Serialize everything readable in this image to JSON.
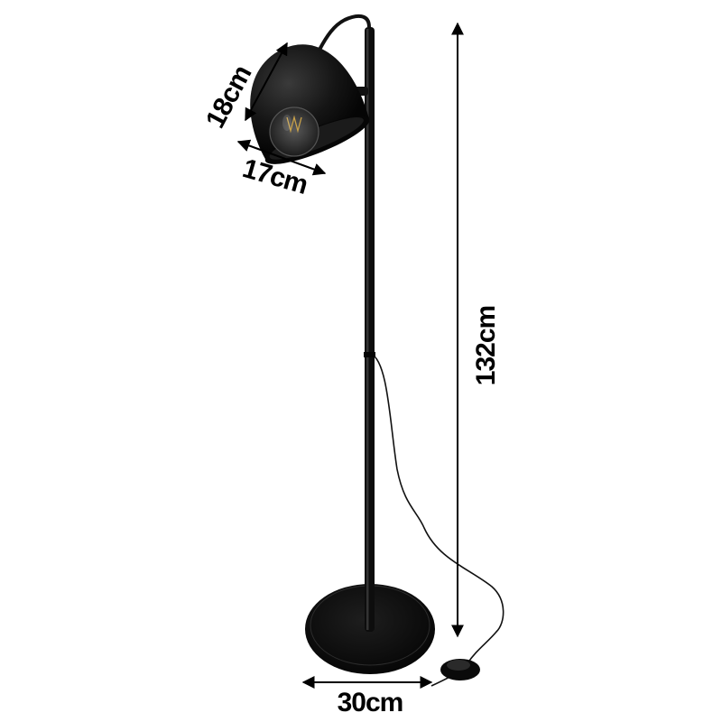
{
  "product": {
    "name": "floor-lamp",
    "colors": {
      "body": "#111111",
      "highlight": "#3a3a3a",
      "bulb": "#2a2a2a",
      "filament": "#c9a24a",
      "arrow": "#000000",
      "background": "#ffffff"
    }
  },
  "dimensions": {
    "shade_height": "18cm",
    "shade_width": "17cm",
    "total_height": "132cm",
    "base_diameter": "30cm"
  }
}
